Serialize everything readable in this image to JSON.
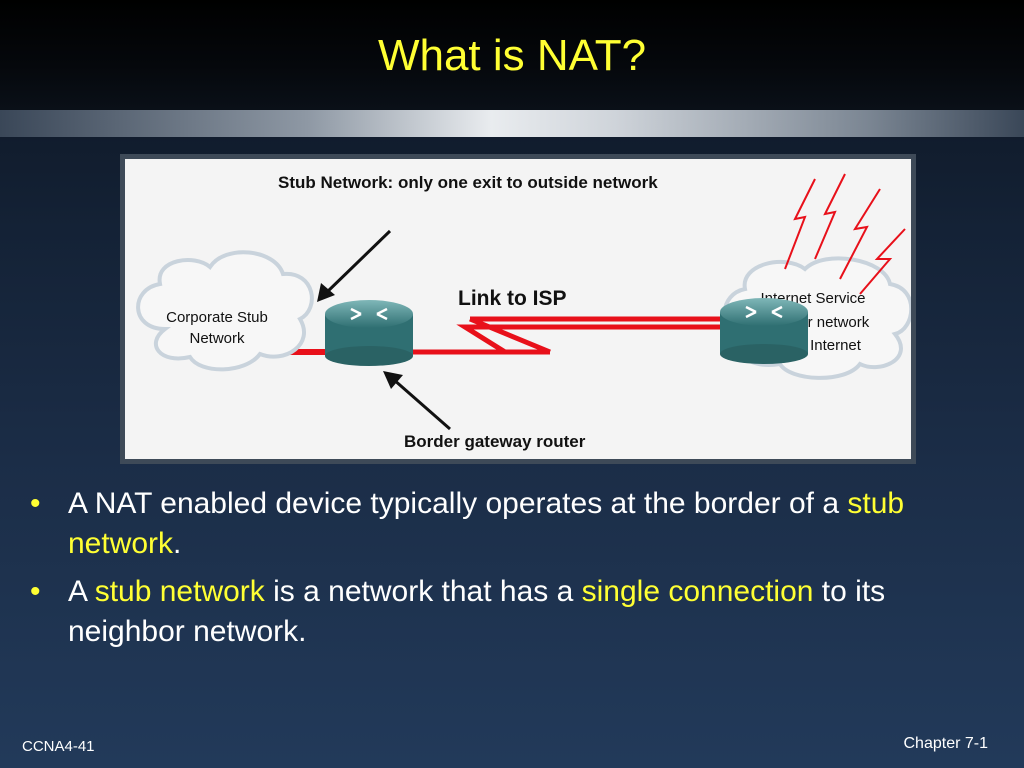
{
  "slide": {
    "title": "What is NAT?",
    "footer_left": "CCNA4-41",
    "footer_right": "Chapter 7-1"
  },
  "diagram": {
    "heading": "Stub Network: only one exit to outside network",
    "link_label": "Link to ISP",
    "router_label": "Border gateway router",
    "left_cloud": [
      "Corporate Stub",
      "Network"
    ],
    "right_cloud": [
      "Internet Service",
      "Provider network",
      "Public Internet"
    ],
    "colors": {
      "link": "#e8101a",
      "router": "#3f8a8c",
      "lightning": "#e8101a",
      "arrow": "#111111"
    }
  },
  "bullets": [
    {
      "parts": [
        "A NAT enabled device typically operates at the border of a ",
        "stub network",
        "."
      ]
    },
    {
      "parts": [
        "A ",
        "stub network",
        " is a network that has a ",
        "single connection",
        " to its neighbor network."
      ]
    }
  ],
  "colors": {
    "title": "#ffff33",
    "highlight": "#ffff33",
    "text": "#ffffff"
  }
}
